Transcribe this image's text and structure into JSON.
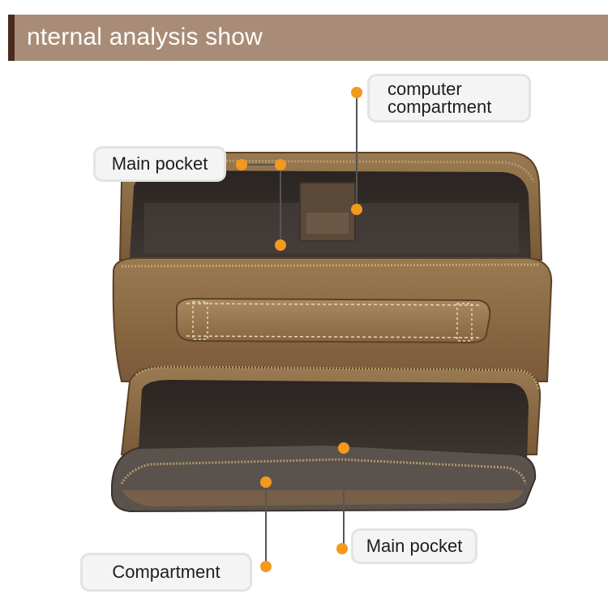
{
  "header": {
    "title": "nternal analysis show"
  },
  "labels": {
    "computer_line1": "computer",
    "computer_line2": "compartment",
    "main_pocket_top": "Main pocket",
    "main_pocket_bottom": "Main pocket",
    "compartment": "Compartment"
  },
  "colors": {
    "banner": "#a98c77",
    "banner_accent": "#4a2a1e",
    "marker": "#f39a1d",
    "leather": "#8c6a44"
  },
  "image": {
    "subject": "brown-leather-backpack-open-interior"
  }
}
